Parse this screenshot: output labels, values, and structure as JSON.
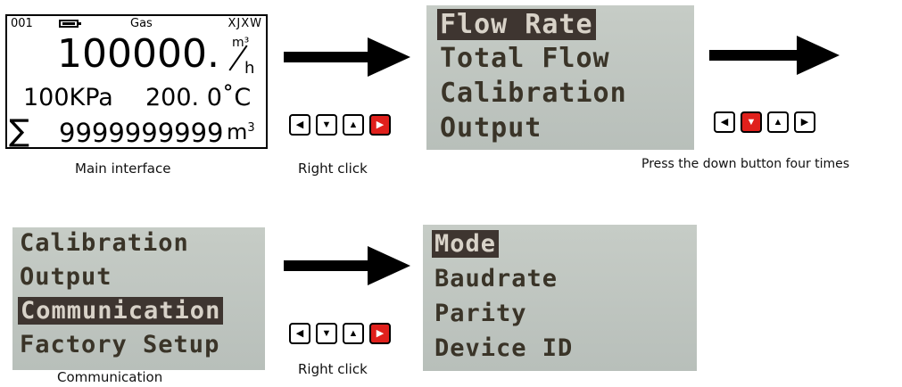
{
  "main_interface": {
    "device_id": "001",
    "medium": "Gas",
    "device_tag": "XJXW",
    "flow_value": "100000.",
    "flow_unit_numerator": "m³",
    "flow_unit_denominator": "h",
    "pressure": "100KPa",
    "temperature": "200. 0˚C",
    "sigma": "∑",
    "total_value": "9999999999",
    "total_unit": "m",
    "total_unit_sup": "3",
    "caption": "Main interface",
    "icons": [
      "battery-icon"
    ]
  },
  "steps": [
    {
      "caption": "Right click",
      "pressed_key": "right"
    },
    {
      "caption": "Press the down button four times",
      "pressed_key": "down"
    },
    {
      "caption": "Right click",
      "pressed_key": "right"
    }
  ],
  "keys": [
    {
      "name": "left",
      "glyph": "◀"
    },
    {
      "name": "down",
      "glyph": "▼"
    },
    {
      "name": "up",
      "glyph": "▲"
    },
    {
      "name": "right",
      "glyph": "▶"
    }
  ],
  "colors": {
    "pressed_key": "#e0201c",
    "lcd_background": "#bfc5c0",
    "lcd_text": "#3a3428",
    "lcd_highlight": "#3e3530"
  },
  "menu_main": {
    "items": [
      "Flow Rate",
      "Total Flow",
      "Calibration",
      "Output"
    ],
    "selected": "Flow Rate"
  },
  "menu_scrolled": {
    "items": [
      "Calibration",
      "Output",
      "Communication",
      "Factory Setup"
    ],
    "selected": "Communication",
    "caption": "Communication"
  },
  "menu_communication": {
    "items": [
      "Mode",
      "Baudrate",
      "Parity",
      "Device ID"
    ],
    "selected": "Mode"
  }
}
